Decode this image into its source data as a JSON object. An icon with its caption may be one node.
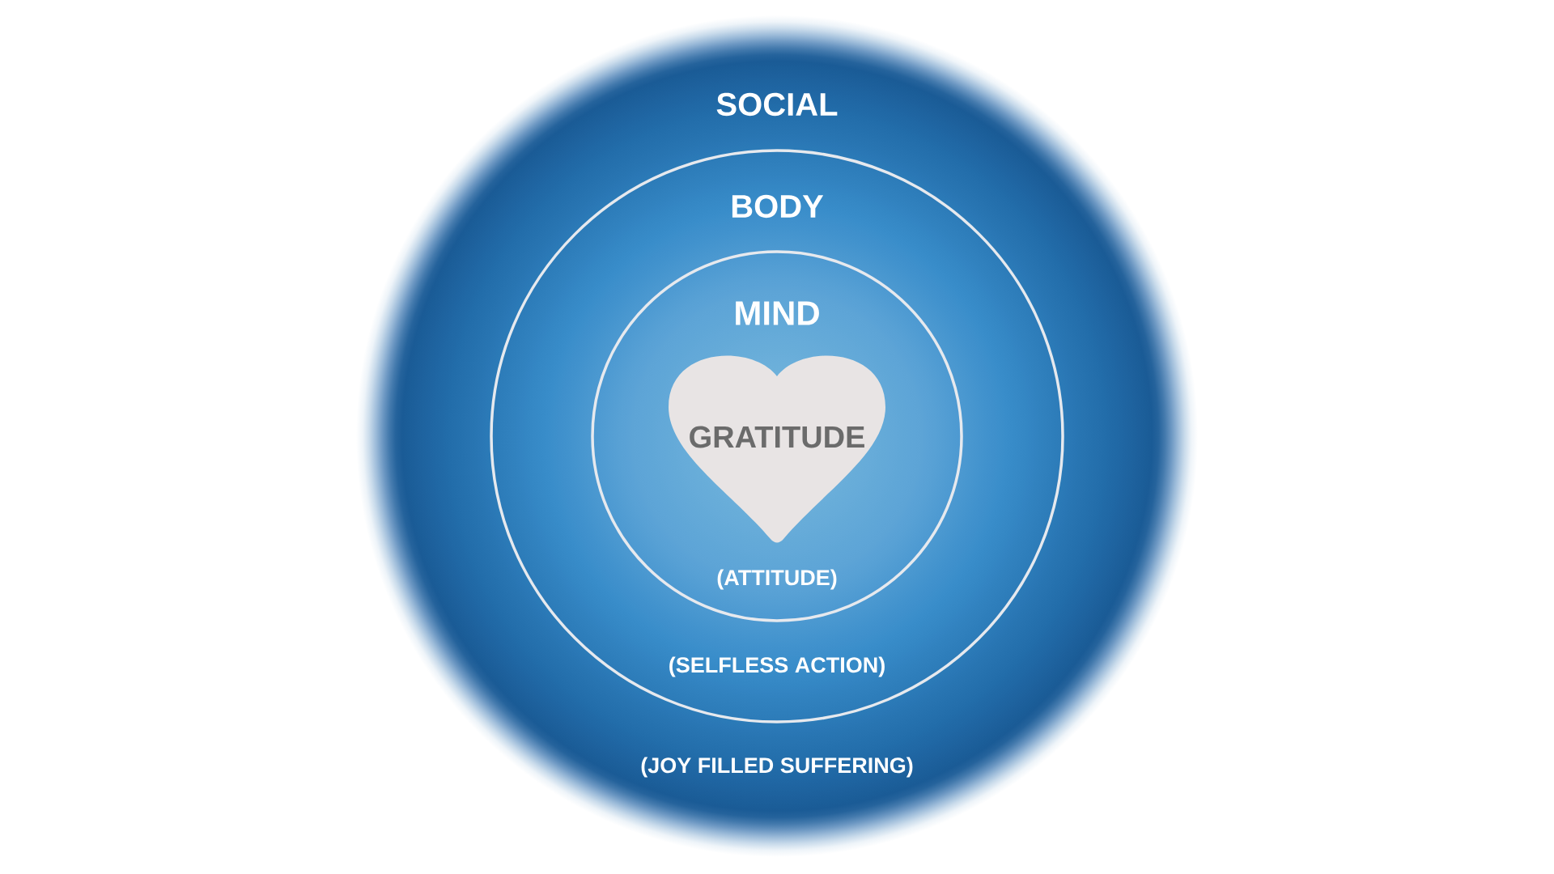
{
  "diagram": {
    "nodes": [
      {
        "text": [
          "SOCIAL",
          "(JOY FILLED SUFFERING)"
        ]
      },
      {
        "text": [
          "BODY",
          "(SELFLESS ACTION)"
        ],
        "in": 0
      },
      {
        "text": [
          "MIND",
          "(ATTITUDE)"
        ],
        "in": 1
      },
      {
        "text": [
          "GRATITUDE"
        ],
        "in": 2
      }
    ]
  }
}
